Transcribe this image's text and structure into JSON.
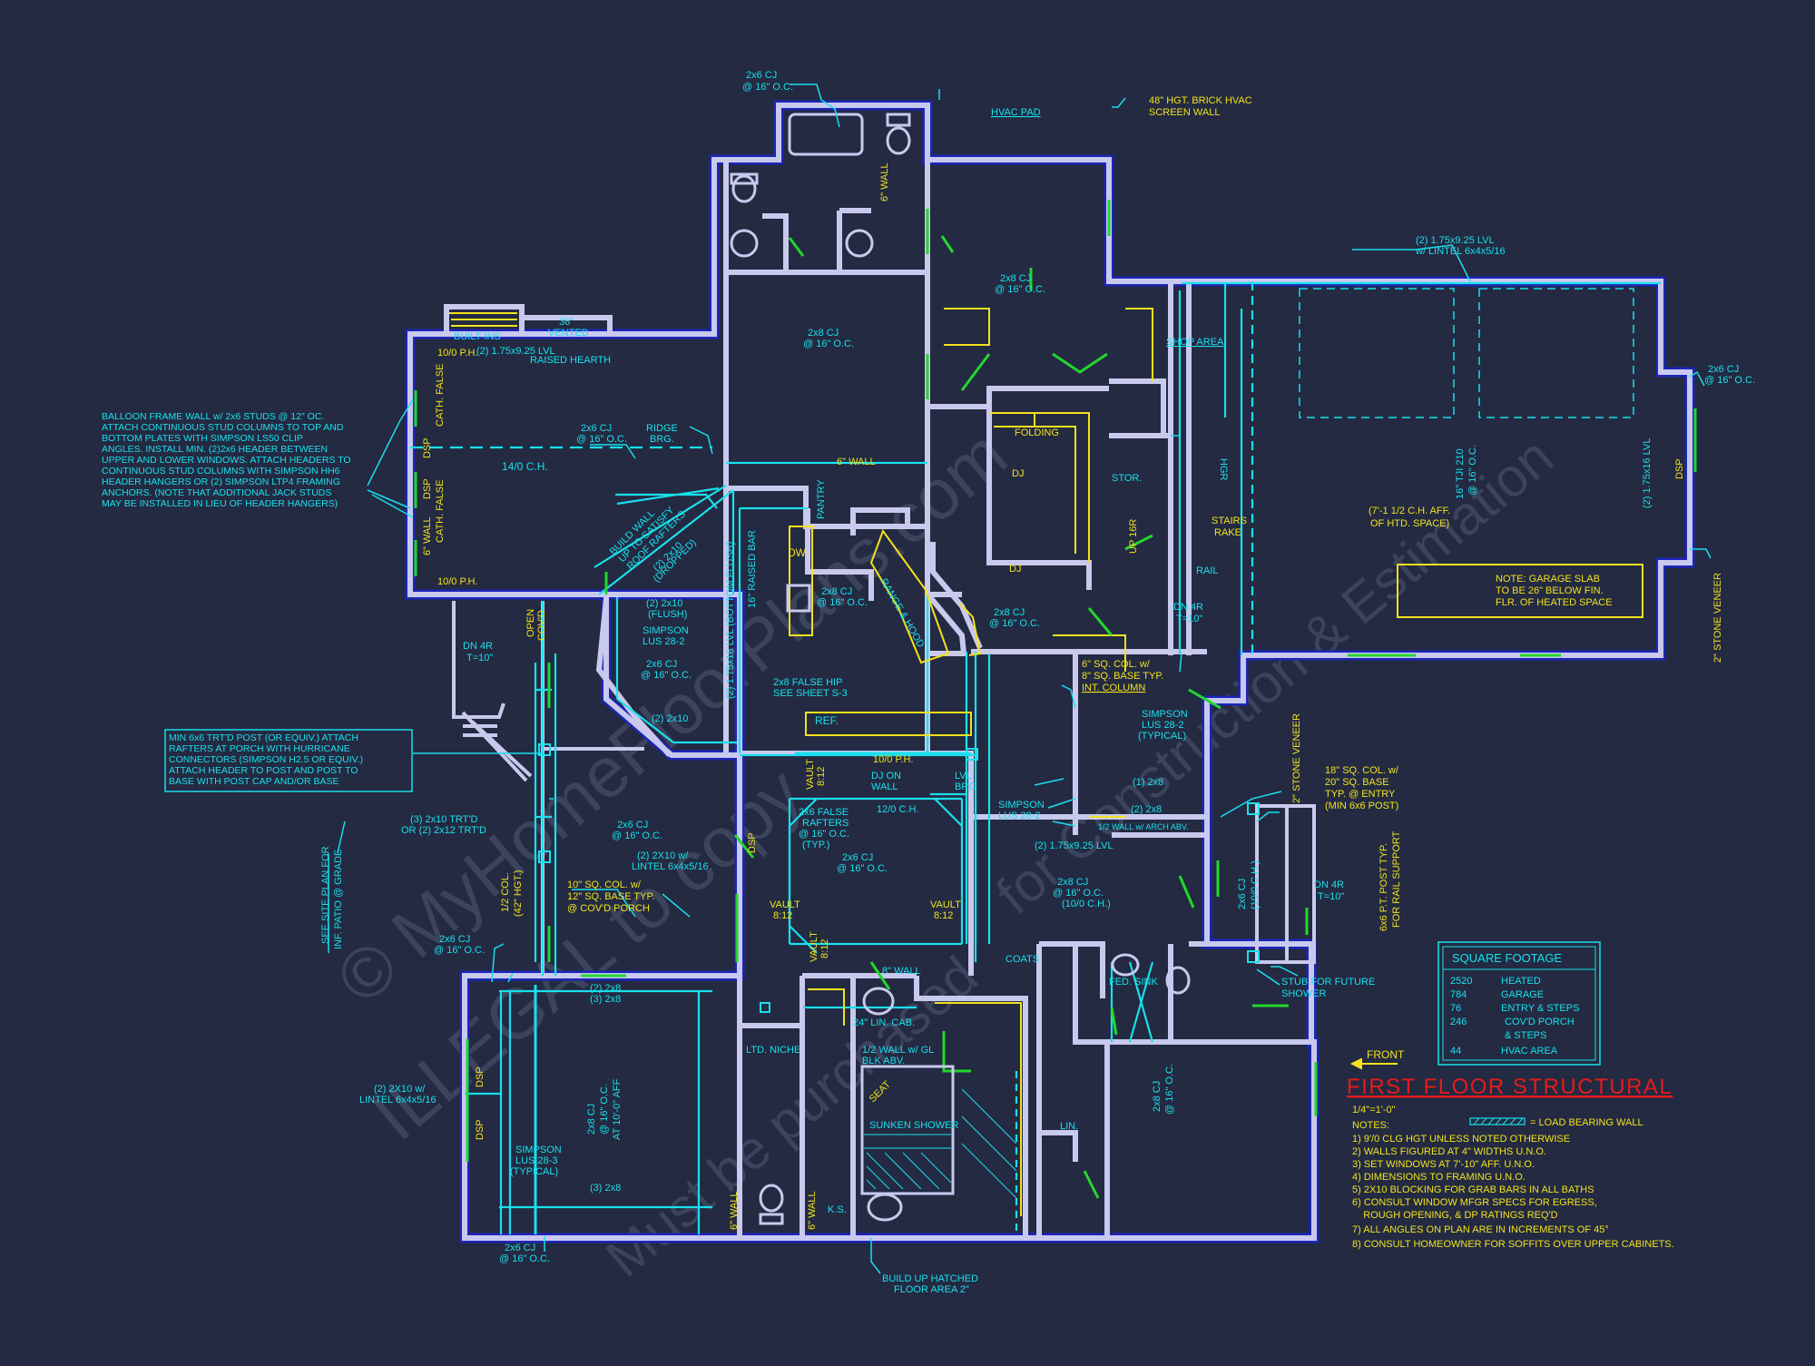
{
  "colors": {
    "background": "#232a42",
    "wall_outline": "#1c25b8",
    "wall_fill": "#c9c9ee",
    "cyan": "#19e0ec",
    "yellow": "#f2e21c",
    "green": "#22d82c",
    "red": "#e81a1a",
    "watermark": "#7f86a0"
  },
  "title": {
    "main": "FIRST FLOOR STRUCTURAL",
    "scale": "1/4\"=1'-0\"",
    "front": "FRONT"
  },
  "notes": {
    "heading": "NOTES:",
    "load_bearing_legend": "= LOAD BEARING WALL",
    "items": [
      "1) 9'/0 CLG HGT UNLESS NOTED OTHERWISE",
      "2) WALLS FIGURED AT 4\" WIDTHS U.N.O.",
      "3) SET WINDOWS AT 7'-10\" AFF. U.N.O.",
      "4) DIMENSIONS TO FRAMING U.N.O.",
      "5) 2X10 BLOCKING FOR GRAB BARS IN ALL BATHS",
      "6) CONSULT WINDOW MFGR SPECS FOR EGRESS,",
      "    ROUGH OPENING, & DP RATINGS REQ'D",
      "7) ALL ANGLES ON PLAN ARE IN INCREMENTS OF 45°",
      "8) CONSULT HOMEOWNER FOR SOFFITS OVER UPPER CABINETS."
    ]
  },
  "square_footage": {
    "title": "SQUARE FOOTAGE",
    "rows": [
      {
        "value": "2520",
        "label": "HEATED"
      },
      {
        "value": "784",
        "label": "GARAGE"
      },
      {
        "value": "76",
        "label": "ENTRY & STEPS"
      },
      {
        "value": "246",
        "label": "COV'D PORCH"
      },
      {
        "value": "",
        "label": "& STEPS"
      },
      {
        "value": "44",
        "label": "HVAC AREA"
      }
    ]
  },
  "callouts": {
    "balloon": [
      "BALLOON FRAME WALL w/ 2x6 STUDS @ 12\" OC.",
      "ATTACH CONTINUOUS STUD COLUMNS TO TOP AND",
      "BOTTOM PLATES WITH SIMPSON LS50 CLIP",
      "ANGLES. INSTALL MIN. (2)2x6 HEADER BETWEEN",
      "UPPER AND LOWER WINDOWS. ATTACH HEADERS TO",
      "CONTINUOUS STUD COLUMNS WITH SIMPSON HH6",
      "HEADER HANGERS OR (2) SIMPSON LTP4 FRAMING",
      "ANCHORS. (NOTE THAT ADDITIONAL JACK STUDS",
      "MAY BE INSTALLED IN LIEU OF HEADER HANGERS)"
    ],
    "post": [
      "MIN 6x6 TRT'D POST (OR EQUIV.) ATTACH",
      "RAFTERS AT PORCH WITH HURRICANE",
      "CONNECTORS (SIMPSON H2.5 OR EQUIV.)",
      "ATTACH HEADER TO POST AND POST TO",
      "BASE WITH POST CAP AND/OR BASE"
    ],
    "hvac_wall": [
      "48\" HGT. BRICK HVAC",
      "SCREEN WALL"
    ],
    "hvac_pad": "HVAC PAD",
    "garage_lintel": [
      "(2) 1.75x9.25 LVL",
      "w/ LINTEL 6x4x5/16"
    ],
    "garage_note": [
      "NOTE: GARAGE SLAB",
      "TO BE 26\" BELOW FIN.",
      "FLR. OF HEATED SPACE"
    ],
    "garage_ch": [
      "(7'-1 1/2 C.H. AFF.",
      "OF HTD. SPACE)"
    ],
    "stone_veneer": "2\" STONE VENEER",
    "stone_veneer_2": "2\" STONE VENEER",
    "entry_col": [
      "18\" SQ. COL. w/",
      "20\" SQ. BASE",
      "TYP. @ ENTRY",
      "(MIN 6x6 POST)"
    ],
    "pt_post": [
      "6x6 P.T. POST TYP.",
      "FOR RAIL SUPPORT"
    ],
    "stub_shower": [
      "STUB FOR FUTURE",
      "SHOWER"
    ],
    "build_up": [
      "BUILD UP HATCHED",
      "FLOOR AREA 2\""
    ],
    "site_plan": [
      "SEE SITE PLAN FOR",
      "INF. PATIO @ GRADE"
    ],
    "porch_col": [
      "10\" SQ. COL. w/",
      "12\" SQ. BASE TYP.",
      "@ COV'D PORCH"
    ],
    "int_col": [
      "6\" SQ. COL. w/",
      "8\" SQ. BASE TYP.",
      "INT. COLUMN"
    ]
  },
  "labels": {
    "cj_top": [
      "2x6 CJ",
      "@ 16\" O.C."
    ],
    "cj_right": [
      "2x6 CJ",
      "@ 16\" O.C."
    ],
    "cj_bottom": [
      "2x6 CJ",
      "@ 16\" O.C."
    ],
    "cj_porch_left": [
      "2x6 CJ",
      "@ 16\" O.C."
    ],
    "cj_master": [
      "2x8 CJ",
      "@ 16\" O.C."
    ],
    "cj_upper_center": [
      "2x8 CJ",
      "@ 16\" O.C."
    ],
    "cj_upper_right": [
      "2x8 CJ",
      "@ 16\" O.C."
    ],
    "cj_great": [
      "2x6 CJ",
      "@ 16\" O.C."
    ],
    "cj_nook": [
      "2x6 CJ",
      "@ 16\" O.C."
    ],
    "cj_kitchen": [
      "2x8 CJ",
      "@ 16\" O.C."
    ],
    "cj_hall": [
      "2x8 CJ",
      "@ 16\" O.C."
    ],
    "cj_porch": [
      "2x6 CJ",
      "@ 16\" O.C."
    ],
    "cj_dining": [
      "2x6 CJ",
      "@ 16\" O.C."
    ],
    "cj_foyer": [
      "2x8 CJ",
      "@ 16\" O.C.",
      "(10/0 C.H.)"
    ],
    "cj_bed2": [
      "2x8 CJ",
      "@ 16\" O.C.",
      "AT 10'-0\" AFF"
    ],
    "cj_bed3": [
      "2x8 CJ",
      "@ 16\" O.C."
    ],
    "cj_entry": [
      "2x6 CJ",
      "(10/0 C.H.)"
    ],
    "ti_joist": [
      "16\" TJI 210",
      "@ 16\" O.C."
    ],
    "lvl_right": "(2) 1.75x16 LVL",
    "built_ins": "BUILT-INS",
    "vented": [
      "36\"",
      "VENTED"
    ],
    "raised_hearth": "RAISED HEARTH",
    "lvl_hearth": "(2) 1.75x9.25 LVL",
    "ph_top": "10/0 P.H.",
    "ph_bottom": "10/0 P.H.",
    "ch_great": "14/0 C.H.",
    "ridge": [
      "RIDGE",
      "BRG."
    ],
    "cath_false_1": "CATH. FALSE",
    "cath_false_2": "CATH. FALSE",
    "six_wall": "6\" WALL",
    "dsp": "DSP",
    "pantry": "PANTRY",
    "dw": "DW",
    "ref": "REF.",
    "range_hood": "RANGE & HOOD",
    "raised_bar": "16\" RAISED BAR",
    "folding": "FOLDING",
    "dj": "DJ",
    "stor": "STOR.",
    "shop_area": "SHOP AREA",
    "stairs_rake": [
      "STAIRS",
      "RAKE"
    ],
    "dn_4r": [
      "DN 4R",
      "T=10\""
    ],
    "false_hip": [
      "2x8 FALSE HIP",
      "SEE SHEET S-3"
    ],
    "false_rafters": [
      "2x6 FALSE",
      "RAFTERS",
      "@ 16\" O.C.",
      "(TYP.)"
    ],
    "vault": [
      "VAULT",
      "8:12"
    ],
    "ph_dining": "10/0 P.H.",
    "dj_wall": [
      "DJ ON",
      "WALL"
    ],
    "ch_dining": "12/0 C.H.",
    "lvl_brg": [
      "LVL",
      "BRG"
    ],
    "eight_wall": "8\" WALL",
    "coats": "COATS",
    "fed_sink": "FED. SINK",
    "ltd_niche": "LTD. NICHE",
    "lin_cab": "24\" LIN. CAB.",
    "half_wall": [
      "1/2 WALL w/ GL",
      "BLK ABV."
    ],
    "sunken_shower": "SUNKEN SHOWER",
    "seat": "SEAT",
    "ks": "K.S.",
    "lin": "LIN.",
    "simpson_1": [
      "SIMPSON",
      "LUS 28-2"
    ],
    "simpson_2": [
      "SIMPSON",
      "LUS 28-2",
      "(TYPICAL)"
    ],
    "simpson_3": [
      "SIMPSON",
      "LUS 28-2"
    ],
    "simpson_4": [
      "SIMPSON",
      "LUS 28-3",
      "(TYPICAL)"
    ],
    "lvl_mid": "(2) 1.75x9.25 LVL",
    "lvl_dining": "(2) 1.75x16 LVL (BOTTOM FLUSH)",
    "two_2x10_flush": [
      "(2) 2x10",
      "(FLUSH)"
    ],
    "two_2x10_dropped": [
      "(2) 2x10",
      "(DROPPED)"
    ],
    "two_2x10": "(2) 2x10",
    "trtd": [
      "(3) 2x10 TRT'D",
      "OR (2) 2x12 TRT'D"
    ],
    "lintel_porch": [
      "(2) 2X10 w/",
      "LINTEL 6x4x5/16"
    ],
    "lintel_bed": [
      "(2) 2X10 w/",
      "LINTEL 6x4x5/16"
    ],
    "col_porch": [
      "1/2 COL.",
      "(42\" HGT.)"
    ],
    "open_cov": [
      "OPEN",
      "COV'D"
    ],
    "build_wall": [
      "BUILD WALL",
      "UP TO SATISFY",
      "ROOF RAFTERS"
    ],
    "two_2x8": "(2) 2x8",
    "three_2x8": "(3) 2x8",
    "one_2x8": "(1) 2x8",
    "half_wall_arch": "1/2 WALL w/ ARCH ABV.",
    "hgr": "HGR",
    "stair": "UP 16R",
    "rail": "RAIL"
  },
  "watermark": [
    "© MyHomeFloorPlans.com",
    "ILLEGAL to copy",
    "Must be purchased",
    "for Construction & Estimation"
  ]
}
